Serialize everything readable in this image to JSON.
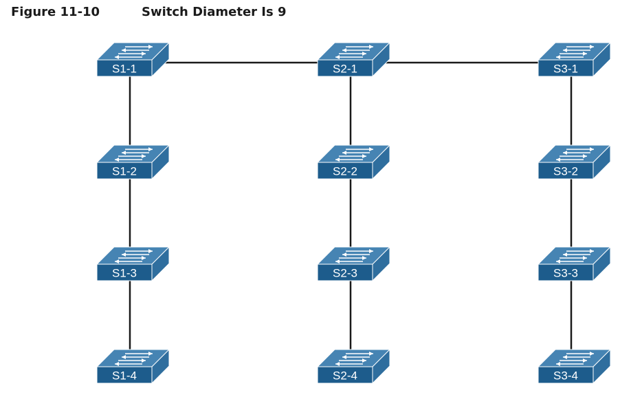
{
  "caption": {
    "figure_number": "Figure 11-10",
    "title": "Switch Diameter Is 9"
  },
  "switches": [
    {
      "id": "S1-1",
      "label": "S1-1"
    },
    {
      "id": "S2-1",
      "label": "S2-1"
    },
    {
      "id": "S3-1",
      "label": "S3-1"
    },
    {
      "id": "S1-2",
      "label": "S1-2"
    },
    {
      "id": "S2-2",
      "label": "S2-2"
    },
    {
      "id": "S3-2",
      "label": "S3-2"
    },
    {
      "id": "S1-3",
      "label": "S1-3"
    },
    {
      "id": "S2-3",
      "label": "S2-3"
    },
    {
      "id": "S3-3",
      "label": "S3-3"
    },
    {
      "id": "S1-4",
      "label": "S1-4"
    },
    {
      "id": "S2-4",
      "label": "S2-4"
    },
    {
      "id": "S3-4",
      "label": "S3-4"
    }
  ],
  "links": [
    {
      "from": "S1-1",
      "to": "S2-1"
    },
    {
      "from": "S2-1",
      "to": "S3-1"
    },
    {
      "from": "S1-1",
      "to": "S1-2"
    },
    {
      "from": "S1-2",
      "to": "S1-3"
    },
    {
      "from": "S1-3",
      "to": "S1-4"
    },
    {
      "from": "S2-1",
      "to": "S2-2"
    },
    {
      "from": "S2-2",
      "to": "S2-3"
    },
    {
      "from": "S2-3",
      "to": "S2-4"
    },
    {
      "from": "S3-1",
      "to": "S3-2"
    },
    {
      "from": "S3-2",
      "to": "S3-3"
    },
    {
      "from": "S3-3",
      "to": "S3-4"
    }
  ],
  "colors": {
    "switch_top": "#4684b3",
    "switch_front": "#1d5c8c",
    "switch_side": "#2f6e9e",
    "link": "#1a1a1a"
  },
  "icons": {
    "switch": "network-switch-icon"
  }
}
